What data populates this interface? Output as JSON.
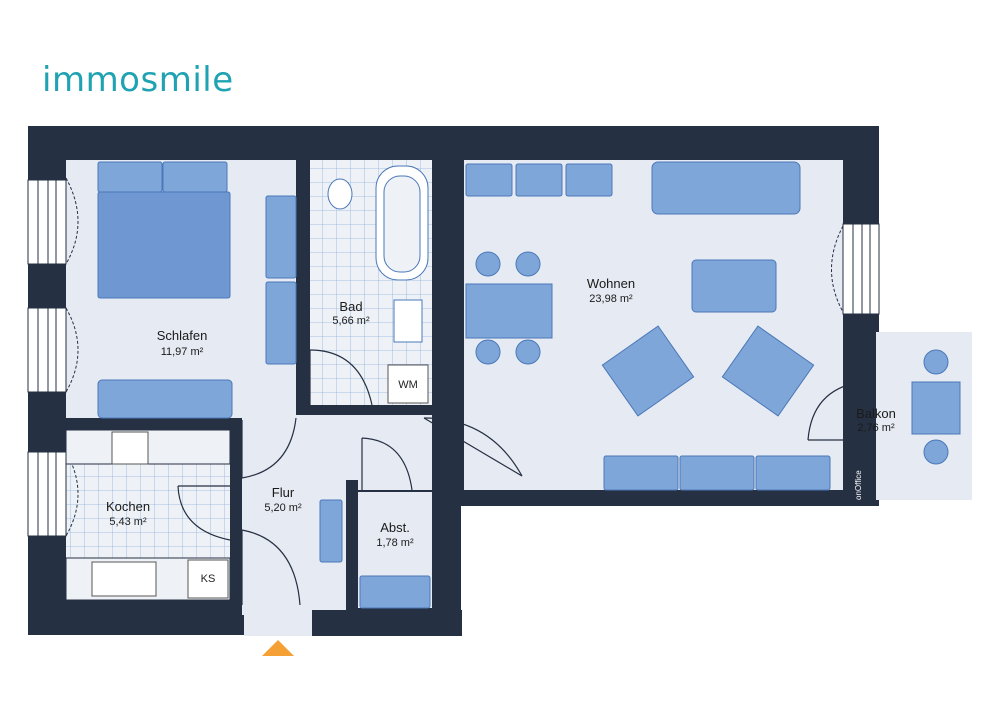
{
  "brand": {
    "logo_text": "immosmile",
    "accent": "#1fa3b3"
  },
  "colors": {
    "wall": "#263043",
    "floor": "#e6eaf2",
    "furniture": "#7fa6d9",
    "furniture_edge": "#4a78b8",
    "entry_arrow": "#f4a034"
  },
  "rooms": [
    {
      "name": "Schlafen",
      "area": "11,97 m²"
    },
    {
      "name": "Bad",
      "area": "5,66 m²"
    },
    {
      "name": "Wohnen",
      "area": "23,98 m²"
    },
    {
      "name": "Balkon",
      "area": "2,76 m²"
    },
    {
      "name": "Kochen",
      "area": "5,43 m²"
    },
    {
      "name": "Flur",
      "area": "5,20 m²"
    },
    {
      "name": "Abst.",
      "area": "1,78 m²"
    }
  ],
  "appliances": {
    "washer": "WM",
    "fridge": "KS"
  },
  "watermark": "onOffice"
}
